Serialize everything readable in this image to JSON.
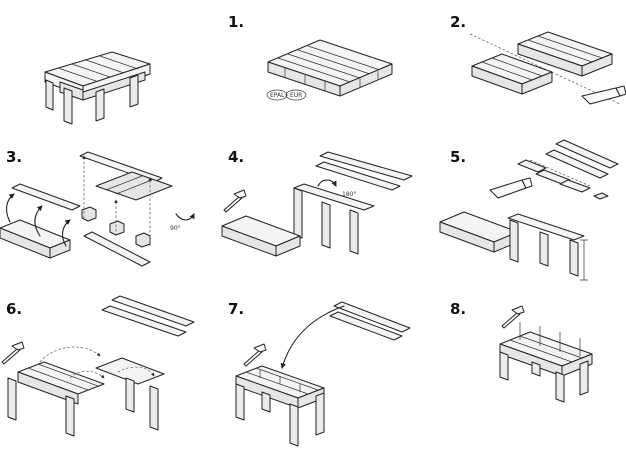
{
  "steps": [
    {
      "id": "0",
      "label": ""
    },
    {
      "id": "1",
      "label": "1."
    },
    {
      "id": "2",
      "label": "2."
    },
    {
      "id": "3",
      "label": "3."
    },
    {
      "id": "4",
      "label": "4."
    },
    {
      "id": "5",
      "label": "5."
    },
    {
      "id": "6",
      "label": "6."
    },
    {
      "id": "7",
      "label": "7."
    },
    {
      "id": "8",
      "label": "8."
    }
  ],
  "stamps": {
    "epal": "EPAL",
    "eur": "EUR"
  },
  "angles": {
    "rotate_90": "90°",
    "rotate_180": "180°"
  }
}
